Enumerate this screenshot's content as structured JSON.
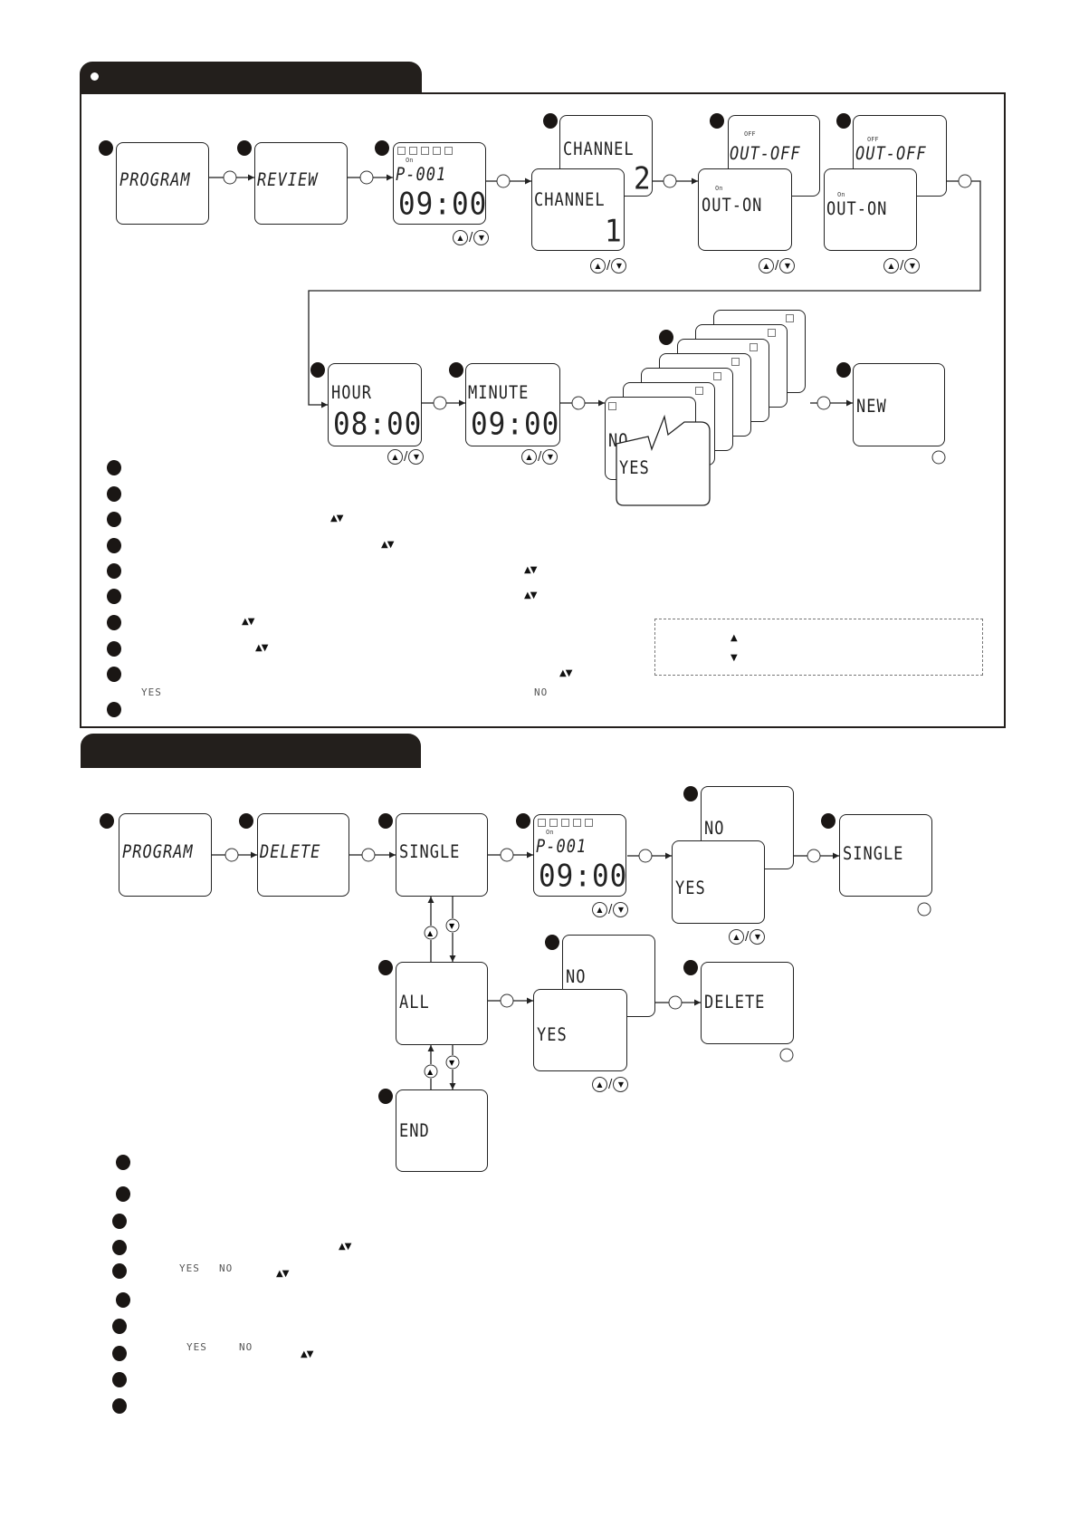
{
  "review_section": {
    "step1": {
      "text": "PROGRAM"
    },
    "step2": {
      "text": "REVIEW"
    },
    "step3": {
      "program": "P-001",
      "time": "09:00",
      "state": "On"
    },
    "step4": {
      "back_label": "CHANNEL",
      "back_value": "2",
      "front_label": "CHANNEL",
      "front_value": "1"
    },
    "step5": {
      "back_state": "OFF",
      "back_text": "OUT-OFF",
      "front_state": "On",
      "front_text": "OUT-ON"
    },
    "step6": {
      "back_state": "OFF",
      "back_text": "OUT-OFF",
      "front_state": "On",
      "front_text": "OUT-ON"
    },
    "step7": {
      "label": "HOUR",
      "time": "08:00"
    },
    "step8": {
      "label": "MINUTE",
      "time": "09:00"
    },
    "step9": {
      "no": "NO",
      "yes": "YES"
    },
    "step10": {
      "text": "NEW"
    },
    "notes": {
      "yes": "YES",
      "no": "NO"
    }
  },
  "delete_section": {
    "step1": {
      "text": "PROGRAM"
    },
    "step2": {
      "text": "DELETE"
    },
    "step3": {
      "text": "SINGLE"
    },
    "step4": {
      "program": "P-001",
      "time": "09:00",
      "state": "On"
    },
    "step5": {
      "no": "NO",
      "yes": "YES"
    },
    "step6": {
      "text": "SINGLE"
    },
    "step7": {
      "text": "ALL"
    },
    "step8": {
      "no": "NO",
      "yes": "YES"
    },
    "step9": {
      "text": "DELETE"
    },
    "step10": {
      "text": "END"
    },
    "notes": {
      "row5_yes": "YES",
      "row5_no": "NO",
      "row8_yes": "YES",
      "row8_no": "NO"
    }
  },
  "icons": {
    "up": "▲",
    "down": "▼",
    "up_down": "▲▼",
    "slash": "/"
  }
}
